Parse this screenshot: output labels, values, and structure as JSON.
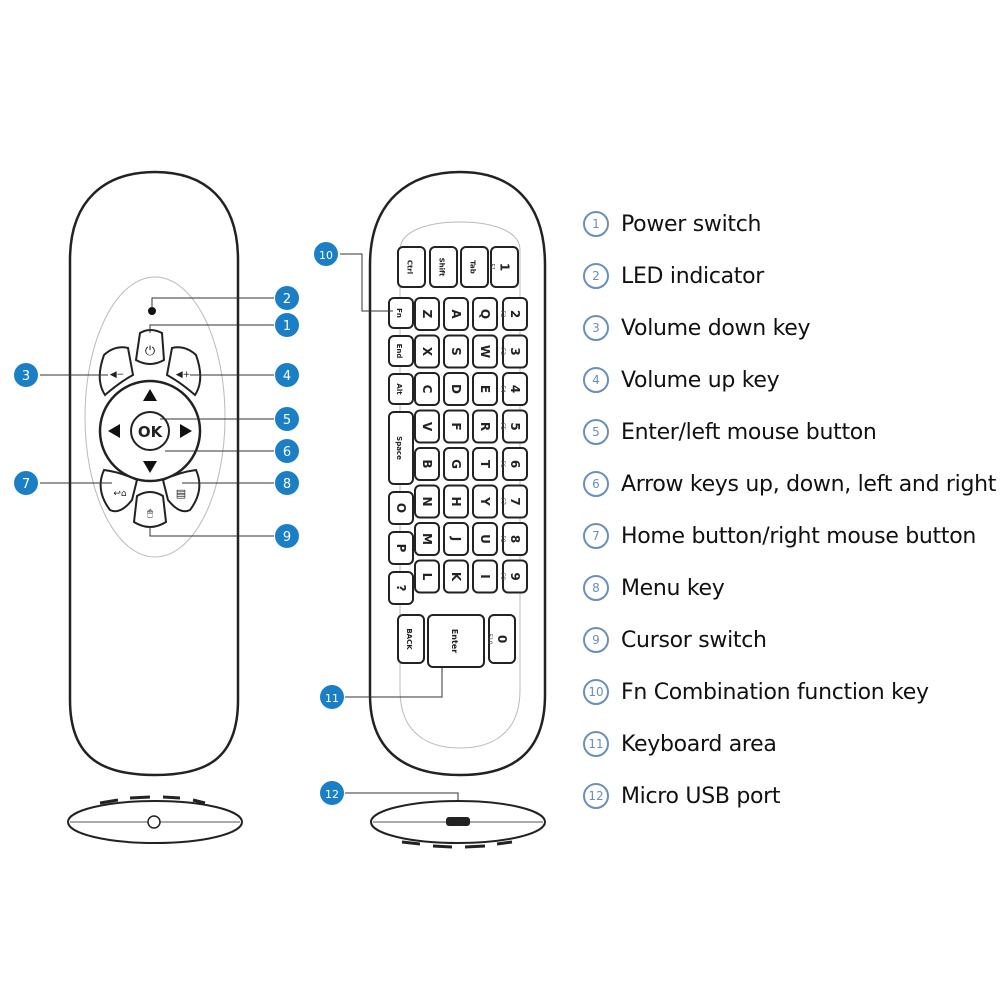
{
  "legend": [
    {
      "num": "1",
      "label": "Power switch"
    },
    {
      "num": "2",
      "label": "LED indicator"
    },
    {
      "num": "3",
      "label": "Volume down key"
    },
    {
      "num": "4",
      "label": "Volume up key"
    },
    {
      "num": "5",
      "label": "Enter/left mouse button"
    },
    {
      "num": "6",
      "label": "Arrow keys up, down, left and right"
    },
    {
      "num": "7",
      "label": "Home button/right mouse button"
    },
    {
      "num": "8",
      "label": "Menu key"
    },
    {
      "num": "9",
      "label": "Cursor switch"
    },
    {
      "num": "10",
      "label": "Fn Combination function key"
    },
    {
      "num": "11",
      "label": "Keyboard area"
    },
    {
      "num": "12",
      "label": "Micro USB port"
    }
  ],
  "callouts": [
    "1",
    "2",
    "3",
    "4",
    "5",
    "6",
    "7",
    "8",
    "9",
    "10",
    "11",
    "12"
  ],
  "front": {
    "ok_label": "OK",
    "callout_color": "#1a7fc4"
  },
  "keyboard": {
    "top_row": [
      "Ctrl",
      "Shift",
      "Tab",
      "1"
    ],
    "top_row_fn": "F1",
    "columns": [
      [
        "Fn",
        "End",
        "Alt",
        "Space",
        "O",
        "P",
        "?"
      ],
      [
        "Z",
        "X",
        "C",
        "V",
        "B",
        "N",
        "M",
        "L"
      ],
      [
        "A",
        "S",
        "D",
        "F",
        "G",
        "H",
        "J",
        "K"
      ],
      [
        "Q",
        "W",
        "E",
        "R",
        "T",
        "Y",
        "U",
        "I"
      ],
      [
        "2",
        "3",
        "4",
        "5",
        "6",
        "7",
        "8",
        "9"
      ]
    ],
    "fn_labels": [
      "F2",
      "F3",
      "F4",
      "F5",
      "F6",
      "F7",
      "F8",
      "F9"
    ],
    "bottom": {
      "back": "BACK",
      "enter": "Enter",
      "zero": "0",
      "zero_fn": "F10"
    }
  }
}
